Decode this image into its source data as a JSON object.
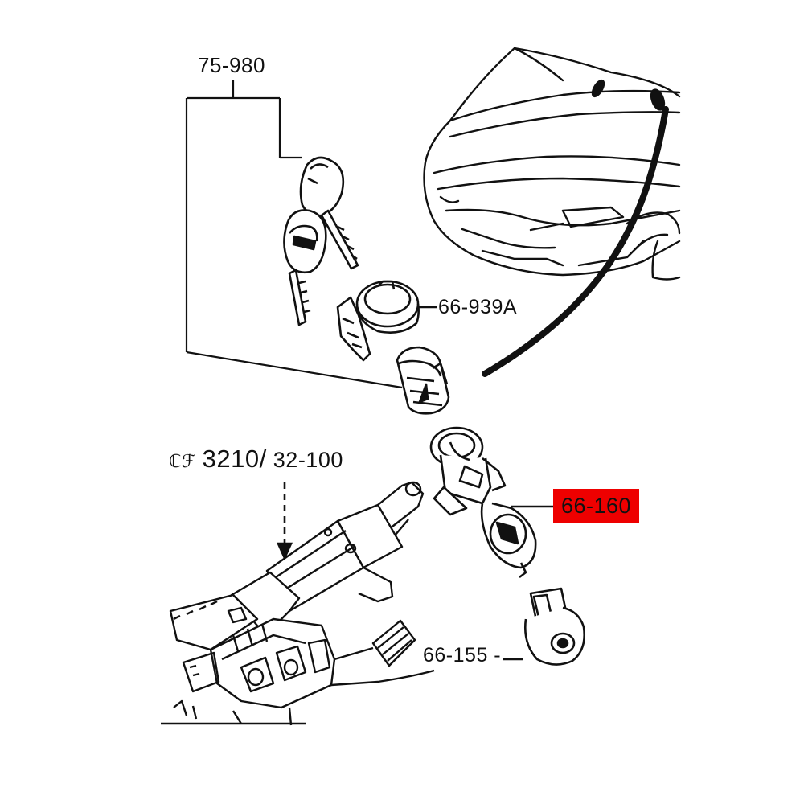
{
  "colors": {
    "highlight": "#ee0000",
    "line": "#111111",
    "background": "#ffffff"
  },
  "callouts": {
    "keys": "75-980",
    "lock_cylinder": "66-939A",
    "ref_symbol": "ℂℱ",
    "ref_main": "3210",
    "ref_sep": "/",
    "ref_secondary": "32-100",
    "ignition_switch": "66-160",
    "switch_part": "66-155 -"
  },
  "highlighted_part": "66-160"
}
